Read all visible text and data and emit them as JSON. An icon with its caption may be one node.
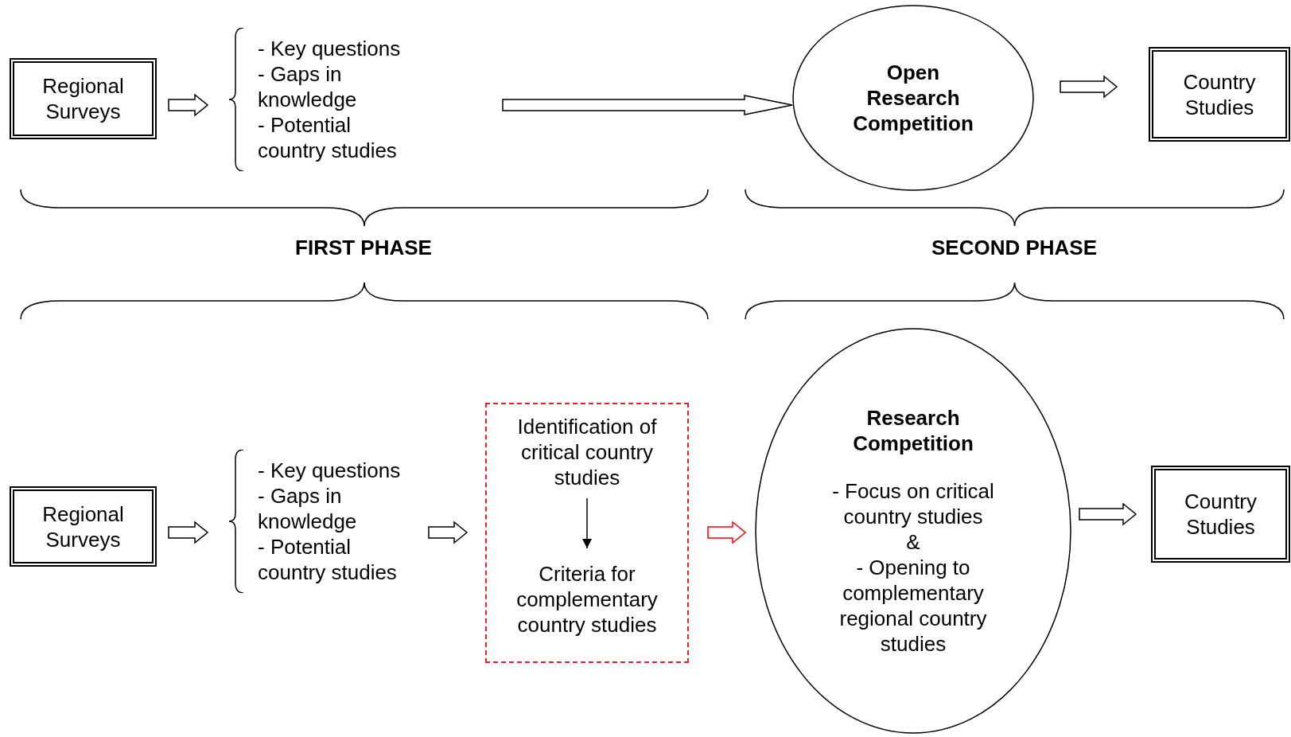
{
  "diagram": {
    "nodes": [
      {
        "text": [
          "Regional Surveys"
        ]
      },
      {
        "text": [
          "- Key questions",
          "- Gaps in knowledge",
          "- Potential country studies"
        ]
      },
      {
        "text": [
          "Open Research Competition"
        ]
      },
      {
        "text": [
          "Country Studies"
        ]
      },
      {
        "text": [
          "Regional Surveys"
        ]
      },
      {
        "text": [
          "- Key questions",
          "- Gaps in knowledge",
          "- Potential country studies"
        ]
      },
      {
        "text": [],
        "shape": "box"
      },
      {
        "text": [
          "Identification of critical country studies"
        ],
        "in": 6
      },
      {
        "text": [
          "Criteria for complementary country studies"
        ],
        "in": 6
      },
      {
        "text": [
          "Research Competition",
          "- Focus on critical country studies",
          "&",
          "- Opening to complementary regional country studies"
        ]
      },
      {
        "text": [
          "Country Studies"
        ]
      }
    ],
    "edges": [
      {
        "from": 0,
        "to": 1,
        "arrow": "to"
      },
      {
        "from": 1,
        "to": 2,
        "arrow": "to"
      },
      {
        "from": 2,
        "to": 3,
        "arrow": "to"
      },
      {
        "from": 4,
        "to": 5,
        "arrow": "to"
      },
      {
        "from": 5,
        "to": 6,
        "arrow": "to"
      },
      {
        "from": 6,
        "to": 9,
        "arrow": "to",
        "color": "#ff0000"
      },
      {
        "from": 9,
        "to": 10,
        "arrow": "to"
      },
      {
        "from": 7,
        "to": 8,
        "arrow": "to"
      }
    ],
    "labels": [
      "FIRST PHASE",
      "SECOND PHASE"
    ]
  }
}
